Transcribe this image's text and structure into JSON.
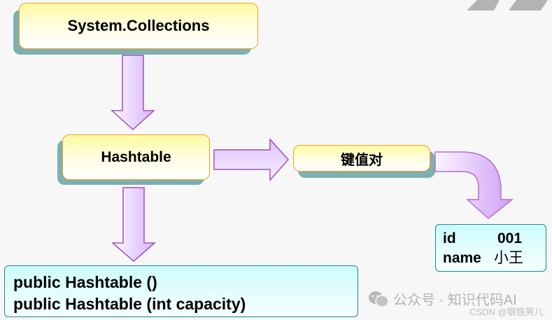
{
  "diagram": {
    "root": {
      "label": "System.Collections"
    },
    "class_node": {
      "label": "Hashtable"
    },
    "concept_node": {
      "label": "键值对"
    },
    "constructors": {
      "lines": [
        "public Hashtable ()",
        "public Hashtable (int capacity)"
      ]
    },
    "example": {
      "rows": [
        {
          "key": "id",
          "value": "001"
        },
        {
          "key": "name",
          "value": "小王"
        }
      ]
    },
    "edges": [
      {
        "from": "System.Collections",
        "to": "Hashtable",
        "icon": "arrow-down-icon"
      },
      {
        "from": "Hashtable",
        "to": "键值对",
        "icon": "arrow-right-icon"
      },
      {
        "from": "Hashtable",
        "to": "constructors",
        "icon": "arrow-down-icon"
      },
      {
        "from": "键值对",
        "to": "example",
        "icon": "curved-arrow-icon"
      }
    ]
  },
  "watermark": {
    "wechat": "公众号 · 知识代码AI",
    "csdn": "CSDN @钢铁男儿",
    "icon": "wechat-icon"
  },
  "colors": {
    "arrow_fill_light": "#fbf5ff",
    "arrow_fill_dark": "#d9b6ff",
    "arrow_stroke": "#a040b0",
    "box_border_yellow": "#f0a020",
    "box_border_cyan": "#1a8a8a",
    "shadow": "#7fb0b0"
  }
}
